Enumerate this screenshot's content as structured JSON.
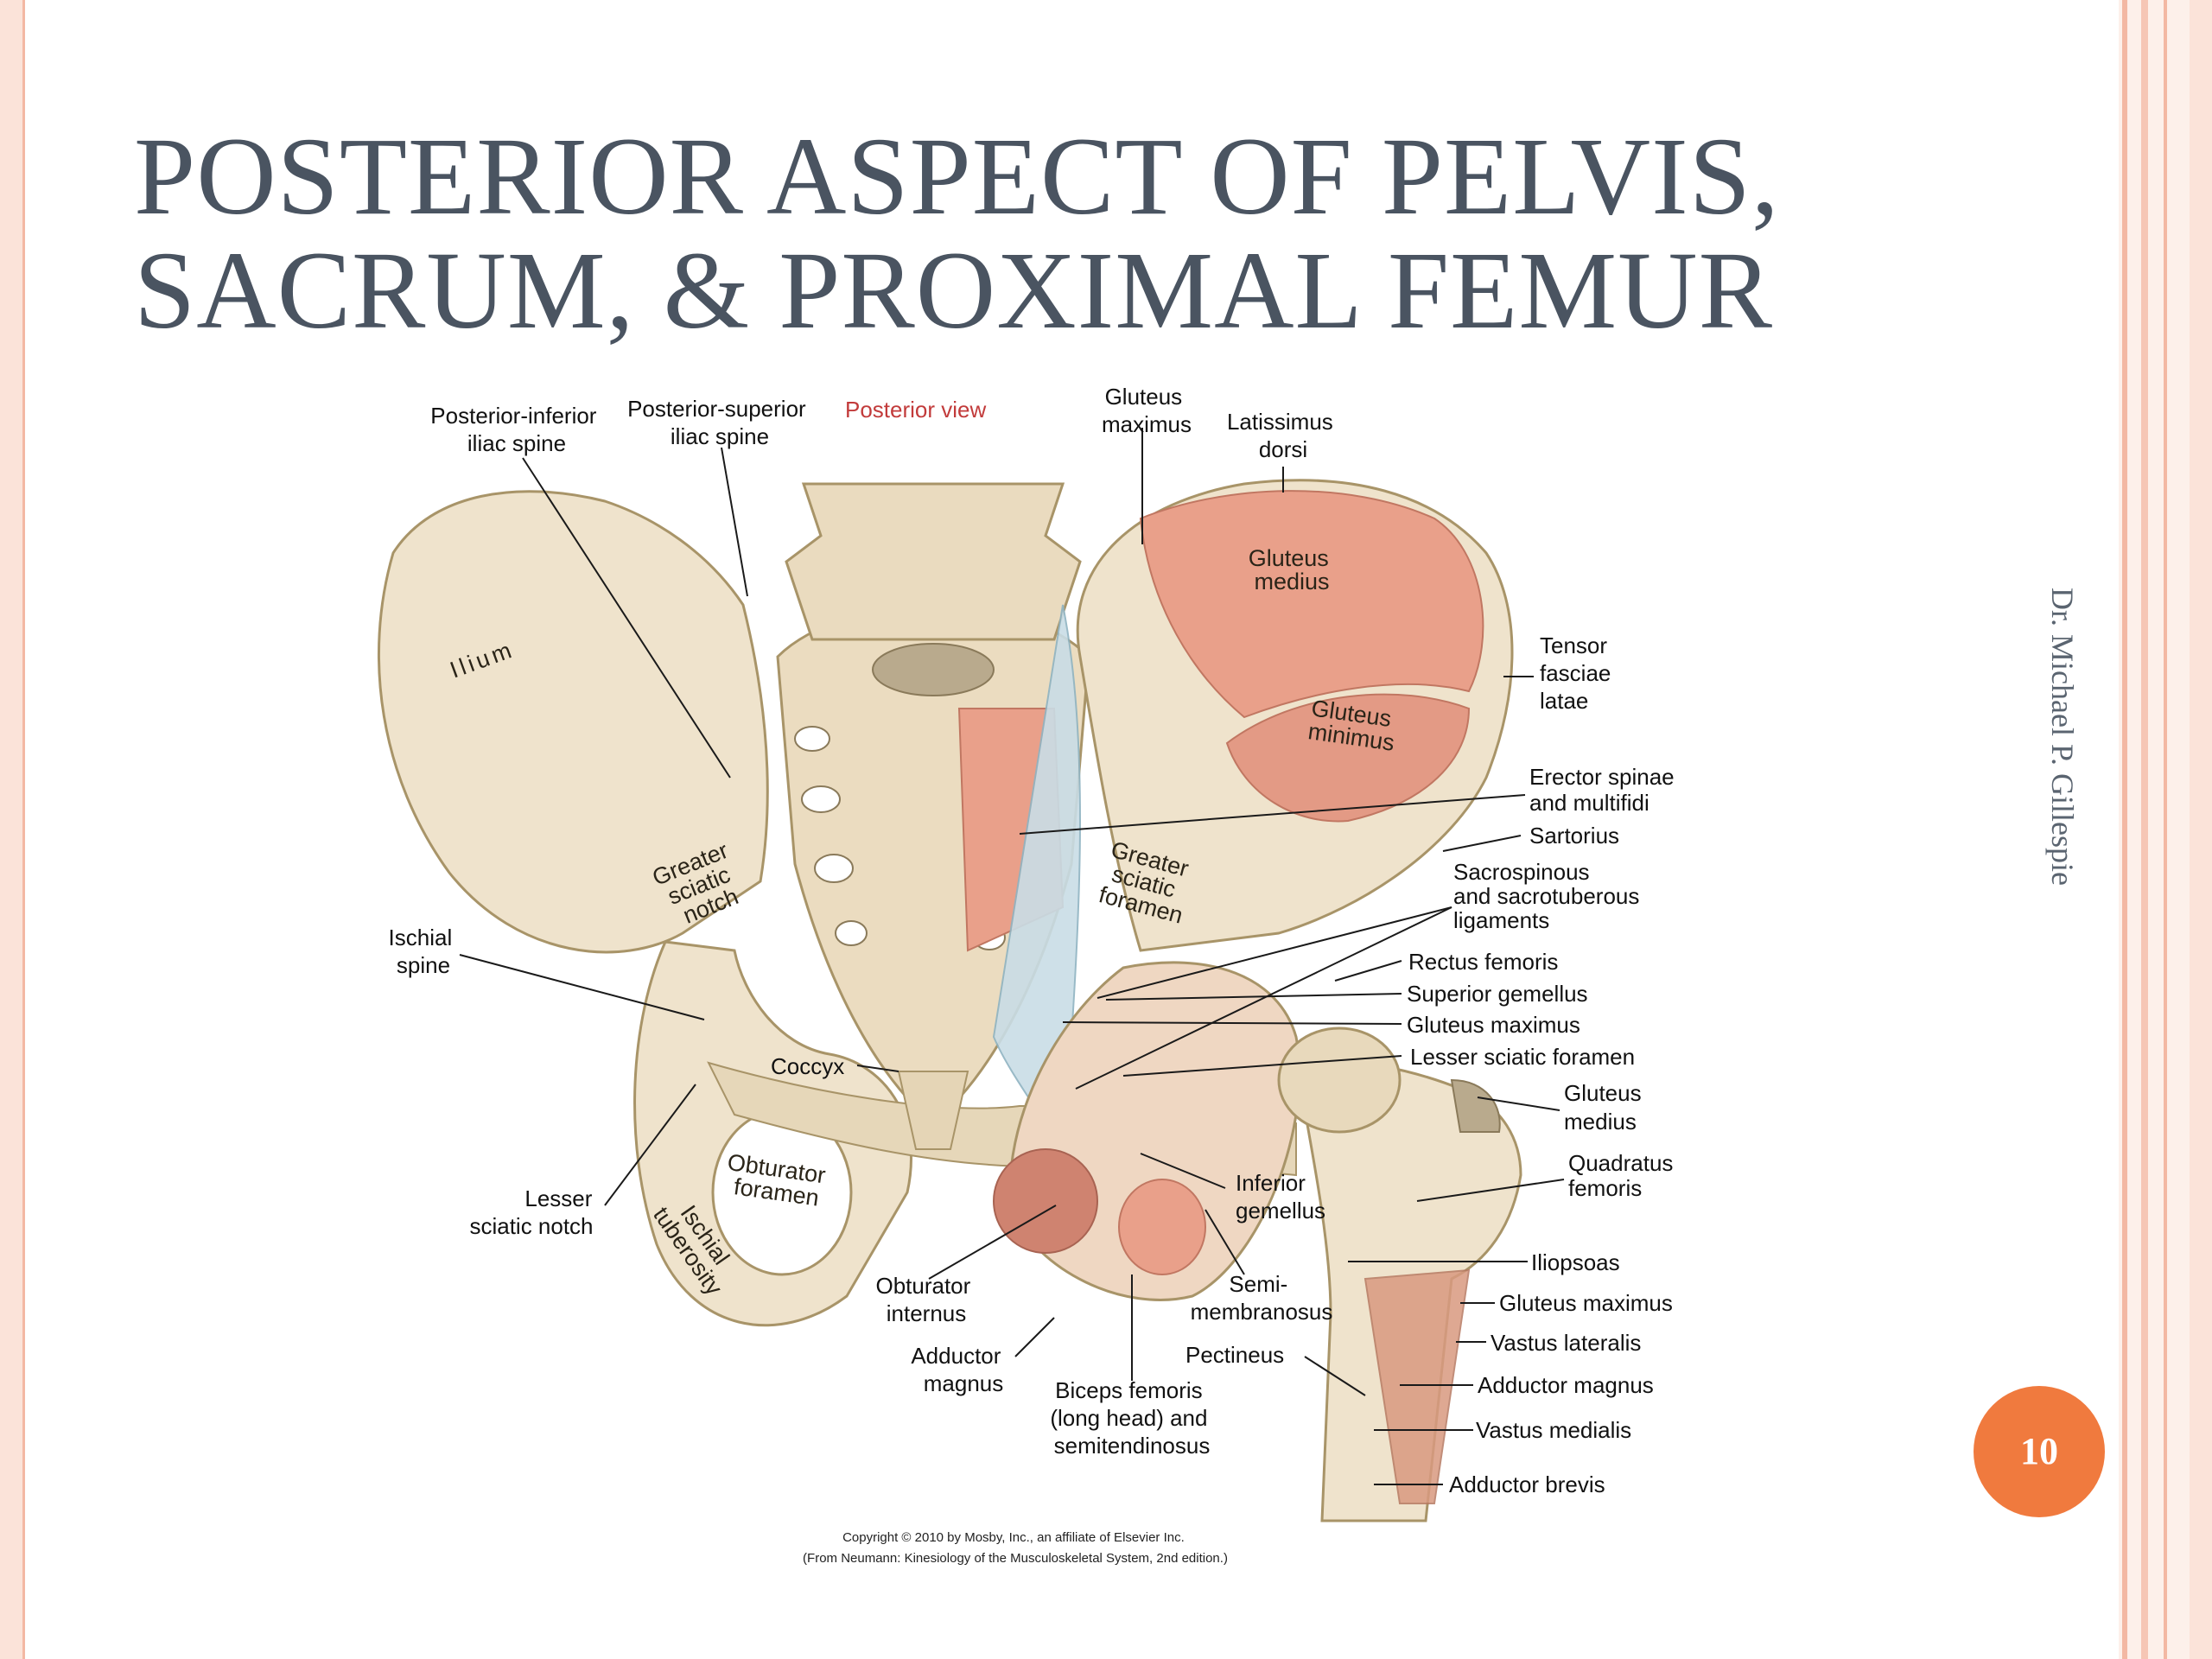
{
  "slide": {
    "title_line1": "POSTERIOR ASPECT OF PELVIS,",
    "title_line2": "SACRUM, & PROXIMAL FEMUR",
    "author": "Dr. Michael P. Gillespie",
    "page_number": "10"
  },
  "colors": {
    "title": "#4a5461",
    "frame_border": "#f3b8a3",
    "page_badge": "#f07a3e",
    "bone": "#efe3cc",
    "muscle": "#e9a08a",
    "ligament": "#c9dde6"
  },
  "figure": {
    "view_label": "Posterior view",
    "labels": {
      "posterior_inferior_iliac_spine": [
        "Posterior-inferior",
        "iliac spine"
      ],
      "posterior_superior_iliac_spine": [
        "Posterior-superior",
        "iliac spine"
      ],
      "gluteus_maximus_top": [
        "Gluteus",
        "maximus"
      ],
      "latissimus_dorsi": [
        "Latissimus",
        "dorsi"
      ],
      "tensor_fasciae_latae": [
        "Tensor",
        "fasciae",
        "latae"
      ],
      "erector_spinae": [
        "Erector spinae",
        "and multifidi"
      ],
      "sartorius": "Sartorius",
      "sacrospinous": [
        "Sacrospinous",
        "and sacrotuberous",
        "ligaments"
      ],
      "rectus_femoris": "Rectus femoris",
      "superior_gemellus": "Superior gemellus",
      "gluteus_maximus_mid": "Gluteus maximus",
      "lesser_sciatic_foramen": "Lesser sciatic foramen",
      "gluteus_medius_right": [
        "Gluteus",
        "medius"
      ],
      "quadratus_femoris": [
        "Quadratus",
        "femoris"
      ],
      "iliopsoas": "Iliopsoas",
      "gluteus_maximus_low": "Gluteus maximus",
      "vastus_lateralis": "Vastus lateralis",
      "adductor_magnus_right": "Adductor magnus",
      "vastus_medialis": "Vastus medialis",
      "adductor_brevis": "Adductor brevis",
      "ischial_spine": [
        "Ischial",
        "spine"
      ],
      "coccyx": "Coccyx",
      "lesser_sciatic_notch": [
        "Lesser",
        "sciatic notch"
      ],
      "obturator_internus": [
        "Obturator",
        "internus"
      ],
      "adductor_magnus_bottom": [
        "Adductor",
        "magnus"
      ],
      "biceps_femoris": [
        "Biceps femoris",
        "(long head) and",
        "semitendinosus"
      ],
      "pectineus": "Pectineus",
      "semimembranosus": [
        "Semi-",
        "membranosus"
      ],
      "inferior_gemellus": [
        "Inferior",
        "gemellus"
      ]
    },
    "inline_labels": {
      "ilium": "Ilium",
      "gluteus_medius": [
        "Gluteus",
        "medius"
      ],
      "gluteus_minimus": [
        "Gluteus",
        "minimus"
      ],
      "greater_sciatic_notch": [
        "Greater",
        "sciatic",
        "notch"
      ],
      "greater_sciatic_foramen": [
        "Greater",
        "sciatic",
        "foramen"
      ],
      "obturator_foramen": [
        "Obturator",
        "foramen"
      ],
      "ischial_tuberosity": [
        "Ischial",
        "tuberosity"
      ]
    },
    "copyright": [
      "Copyright © 2010 by Mosby, Inc., an affiliate of Elsevier Inc.",
      "(From Neumann: Kinesiology of the Musculoskeletal System, 2nd edition.)"
    ]
  }
}
